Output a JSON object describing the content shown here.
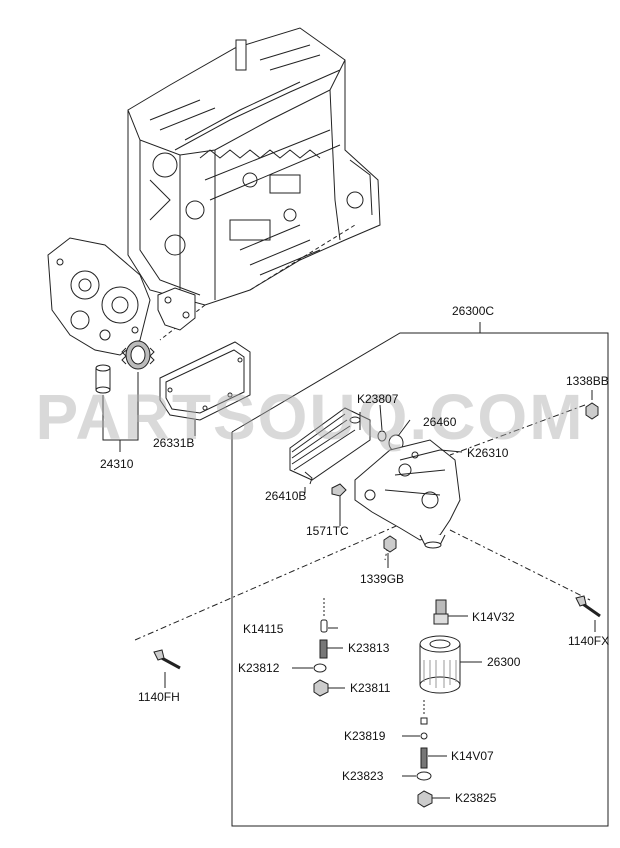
{
  "diagram": {
    "watermark": "PARTSOUQ.COM",
    "labels": {
      "p26300C": "26300C",
      "p1338BB": "1338BB",
      "pK23807": "K23807",
      "p26460": "26460",
      "pK26310": "K26310",
      "p26331B": "26331B",
      "p24310": "24310",
      "p26410B": "26410B",
      "p1571TC": "1571TC",
      "p1339GB": "1339GB",
      "pK14115": "K14115",
      "pK14V32": "K14V32",
      "pK23813": "K23813",
      "pK23812": "K23812",
      "p26300": "26300",
      "pK23811": "K23811",
      "p1140FH": "1140FH",
      "p1140FX": "1140FX",
      "pK23819": "K23819",
      "pK14V07": "K14V07",
      "pK23823": "K23823",
      "pK23825": "K23825"
    },
    "colors": {
      "line": "#222222",
      "fill": "#ffffff",
      "shade": "#d9d9d9"
    }
  }
}
